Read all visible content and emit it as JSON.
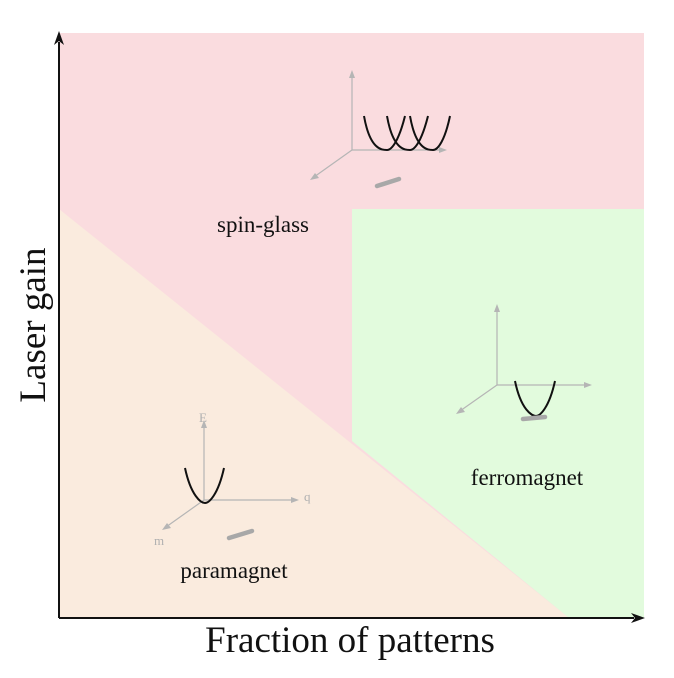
{
  "axes": {
    "x_label": "Fraction of patterns",
    "y_label": "Laser gain"
  },
  "regions": {
    "spin_glass": {
      "label": "spin-glass",
      "color": "#fadcdf"
    },
    "ferromagnet": {
      "label": "ferromagnet",
      "color": "#e2fbdd"
    },
    "paramagnet": {
      "label": "paramagnet",
      "color": "#faebde"
    }
  },
  "inset_axes": {
    "energy": "E",
    "q": "q",
    "m": "m"
  },
  "colors": {
    "axis": "#111111",
    "inset_axis": "#b5b5b5",
    "well": "#111111",
    "cross": "#a8a8a8"
  }
}
